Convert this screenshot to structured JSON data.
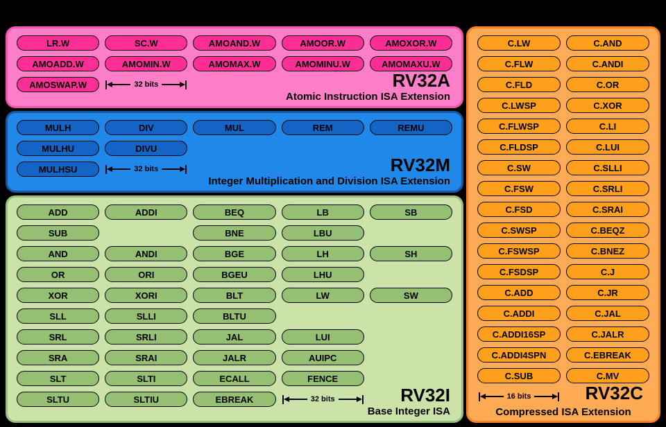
{
  "page": {
    "background": "#000000"
  },
  "sections": {
    "rv32a": {
      "title": "RV32A",
      "subtitle": "Atomic Instruction ISA Extension",
      "cols": 5,
      "rows": [
        [
          "LR.W",
          "SC.W",
          "AMOAND.W",
          "AMOOR.W",
          "AMOXOR.W"
        ],
        [
          "AMOADD.W",
          "AMOMIN.W",
          "AMOMAX.W",
          "AMOMINU.W",
          "AMOMAXU.W"
        ],
        [
          "AMOSWAP.W",
          null,
          null,
          null,
          null
        ]
      ],
      "measure": {
        "label": "32 bits",
        "row": 2,
        "col": 1
      },
      "colors": {
        "background": "#ff7ec8",
        "border": "#ef55a8",
        "pill": "#ff2e96"
      }
    },
    "rv32m": {
      "title": "RV32M",
      "subtitle": "Integer Multiplication and Division ISA Extension",
      "cols": 5,
      "rows": [
        [
          "MULH",
          "DIV",
          "MUL",
          "REM",
          "REMU"
        ],
        [
          "MULHU",
          "DIVU",
          null,
          null,
          null
        ],
        [
          "MULHSU",
          null,
          null,
          null,
          null
        ]
      ],
      "measure": {
        "label": "32 bits",
        "row": 2,
        "col": 1
      },
      "colors": {
        "background": "#2088e8",
        "border": "#1a55a0",
        "pill": "#1464c6"
      }
    },
    "rv32i": {
      "title": "RV32I",
      "subtitle": "Base Integer ISA",
      "cols": 5,
      "rows": [
        [
          "ADD",
          "ADDI",
          "BEQ",
          "LB",
          "SB"
        ],
        [
          "SUB",
          null,
          "BNE",
          "LBU",
          null
        ],
        [
          "AND",
          "ANDI",
          "BGE",
          "LH",
          "SH"
        ],
        [
          "OR",
          "ORI",
          "BGEU",
          "LHU",
          null
        ],
        [
          "XOR",
          "XORI",
          "BLT",
          "LW",
          "SW"
        ],
        [
          "SLL",
          "SLLI",
          "BLTU",
          null,
          null
        ],
        [
          "SRL",
          "SRLI",
          "JAL",
          "LUI",
          null
        ],
        [
          "SRA",
          "SRAI",
          "JALR",
          "AUIPC",
          null
        ],
        [
          "SLT",
          "SLTI",
          "ECALL",
          "FENCE",
          null
        ],
        [
          "SLTU",
          "SLTIU",
          "EBREAK",
          null,
          null
        ]
      ],
      "measure": {
        "label": "32 bits",
        "row": 9,
        "col": 3
      },
      "colors": {
        "background": "#cbe3a8",
        "border": "#9cbd7c",
        "pill": "#95bf73"
      }
    },
    "rv32c": {
      "title": "RV32C",
      "subtitle": "Compressed ISA Extension",
      "cols": 2,
      "rows": [
        [
          "C.LW",
          "C.AND"
        ],
        [
          "C.FLW",
          "C.ANDI"
        ],
        [
          "C.FLD",
          "C.OR"
        ],
        [
          "C.LWSP",
          "C.XOR"
        ],
        [
          "C.FLWSP",
          "C.LI"
        ],
        [
          "C.FLDSP",
          "C.LUI"
        ],
        [
          "C.SW",
          "C.SLLI"
        ],
        [
          "C.FSW",
          "C.SRLI"
        ],
        [
          "C.FSD",
          "C.SRAI"
        ],
        [
          "C.SWSP",
          "C.BEQZ"
        ],
        [
          "C.FSWSP",
          "C.BNEZ"
        ],
        [
          "C.FSDSP",
          "C.J"
        ],
        [
          "C.ADD",
          "C.JR"
        ],
        [
          "C.ADDI",
          "C.JAL"
        ],
        [
          "C.ADDI16SP",
          "C.JALR"
        ],
        [
          "C.ADDI4SPN",
          "C.EBREAK"
        ],
        [
          "C.SUB",
          "C.MV"
        ],
        [
          null,
          null
        ]
      ],
      "measure": {
        "label": "16 bits",
        "row": 17,
        "col": 0
      },
      "colors": {
        "background": "#ffaa55",
        "border": "#f58025",
        "pill": "#ffa01c"
      }
    }
  }
}
